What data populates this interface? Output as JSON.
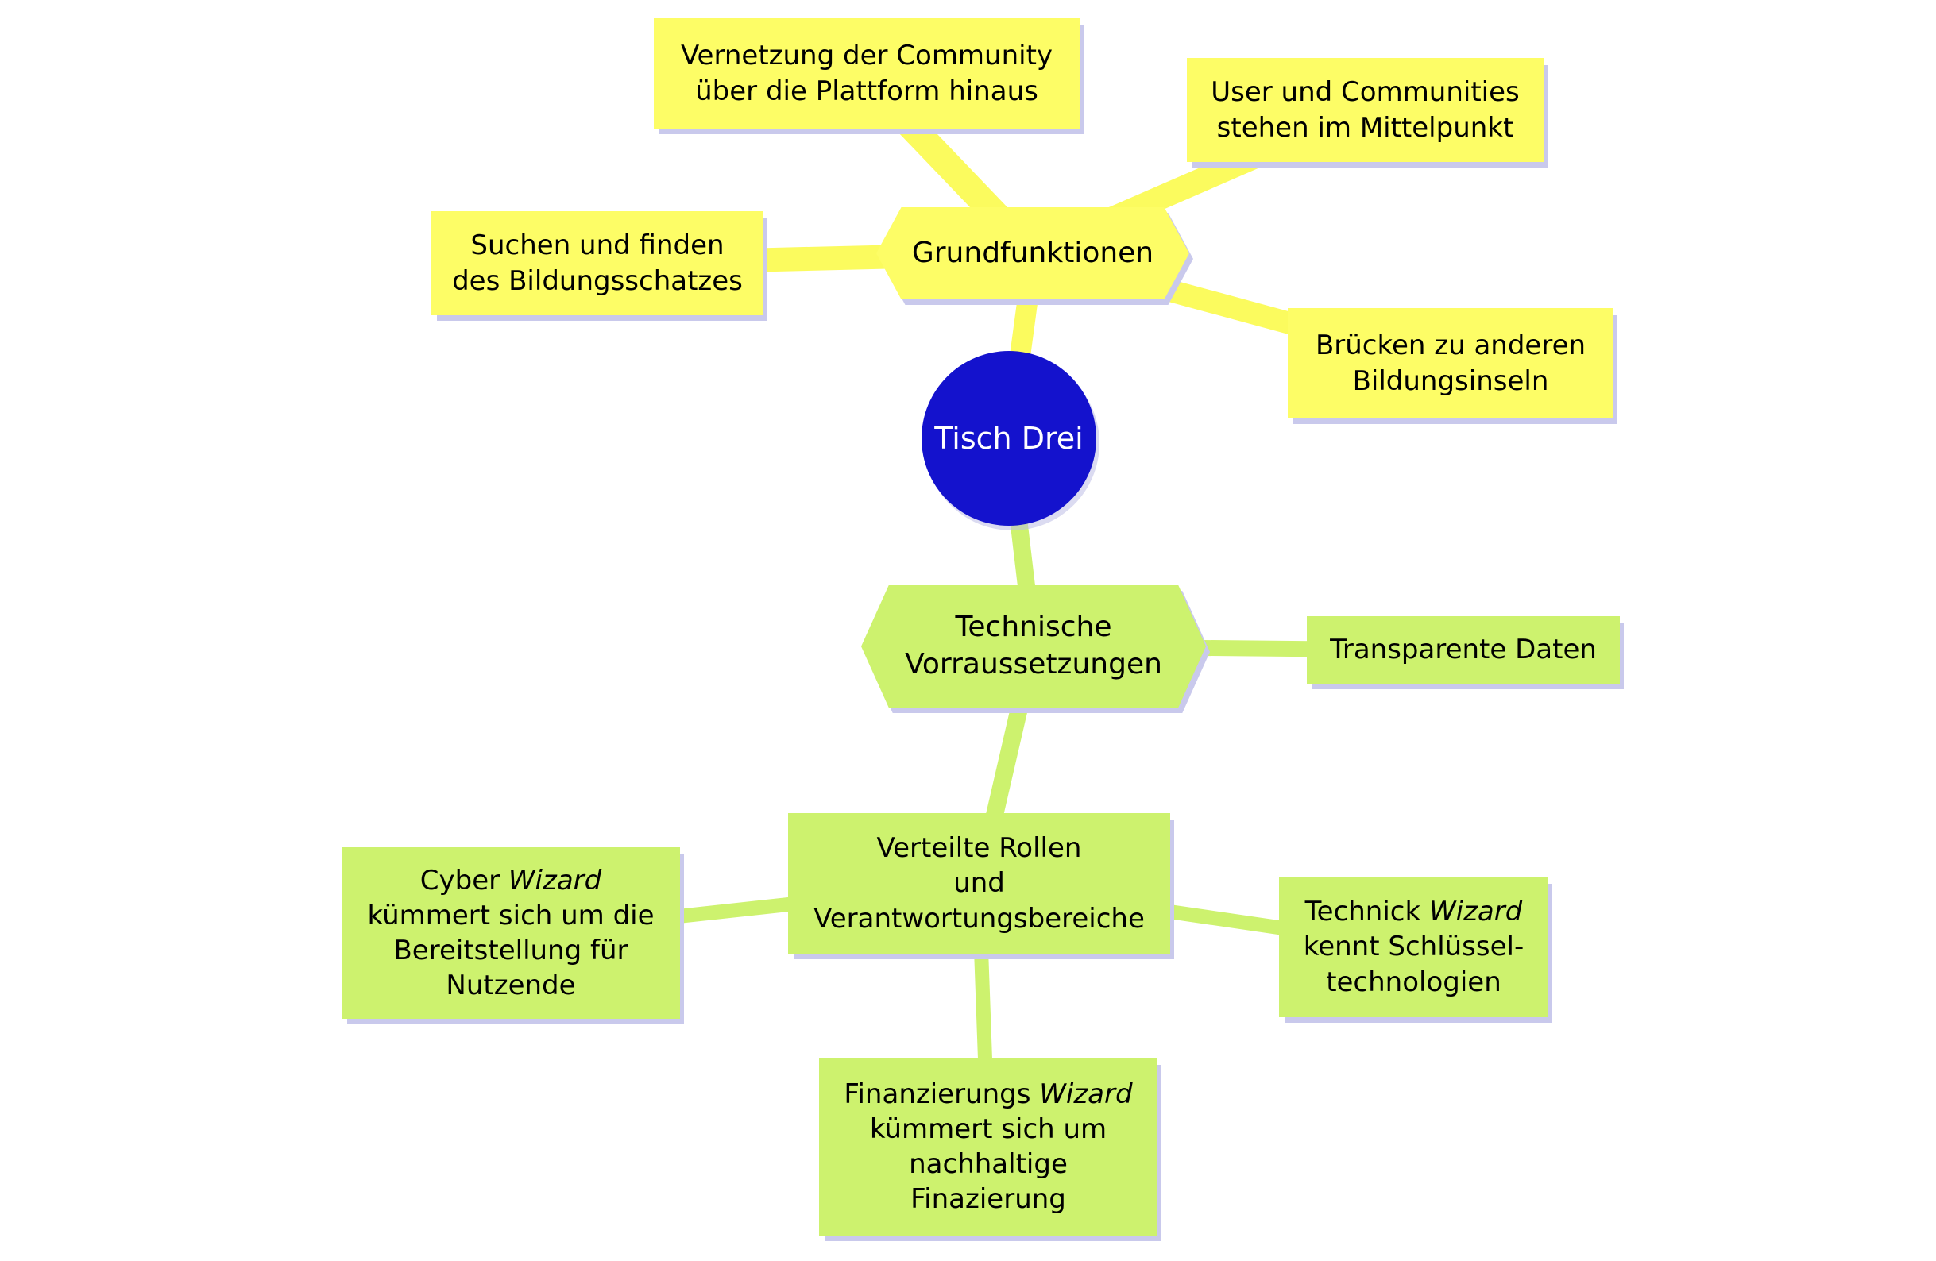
{
  "title": "Tisch Drei Mindmap",
  "colors": {
    "yellow": "#fdfd66",
    "green": "#cdf26e",
    "blue": "#1412cd",
    "shadow": "#c9c9ec",
    "background": "#ffffff"
  },
  "nodes": {
    "root": {
      "label": "Tisch Drei"
    },
    "grundfunktionen": {
      "label": "Grundfunktionen"
    },
    "vernetzung": {
      "label": "Vernetzung der Community\nüber die Plattform hinaus"
    },
    "user_communities": {
      "label": "User und Communities\nstehen im Mittelpunkt"
    },
    "suchen": {
      "label": "Suchen und finden\ndes Bildungsschatzes"
    },
    "bruecken": {
      "label": "Brücken zu anderen\nBildungsinseln"
    },
    "technische": {
      "label": "Technische\nVorraussetzungen"
    },
    "transparente": {
      "label": "Transparente Daten"
    },
    "verteilte": {
      "label": "Verteilte Rollen\nund\nVerantwortungsbereiche"
    },
    "cyber": {
      "prefix": "Cyber ",
      "italic": "Wizard",
      "suffix": "\nkümmert sich um die\nBereitstellung für\nNutzende"
    },
    "technick": {
      "prefix": "Technick ",
      "italic": "Wizard",
      "suffix": "\nkennt Schlüssel-\ntechnologien"
    },
    "finanzierung": {
      "prefix": "Finanzierungs ",
      "italic": "Wizard",
      "suffix": "\nkümmert sich um\nnachhaltige\nFinazierung"
    }
  }
}
